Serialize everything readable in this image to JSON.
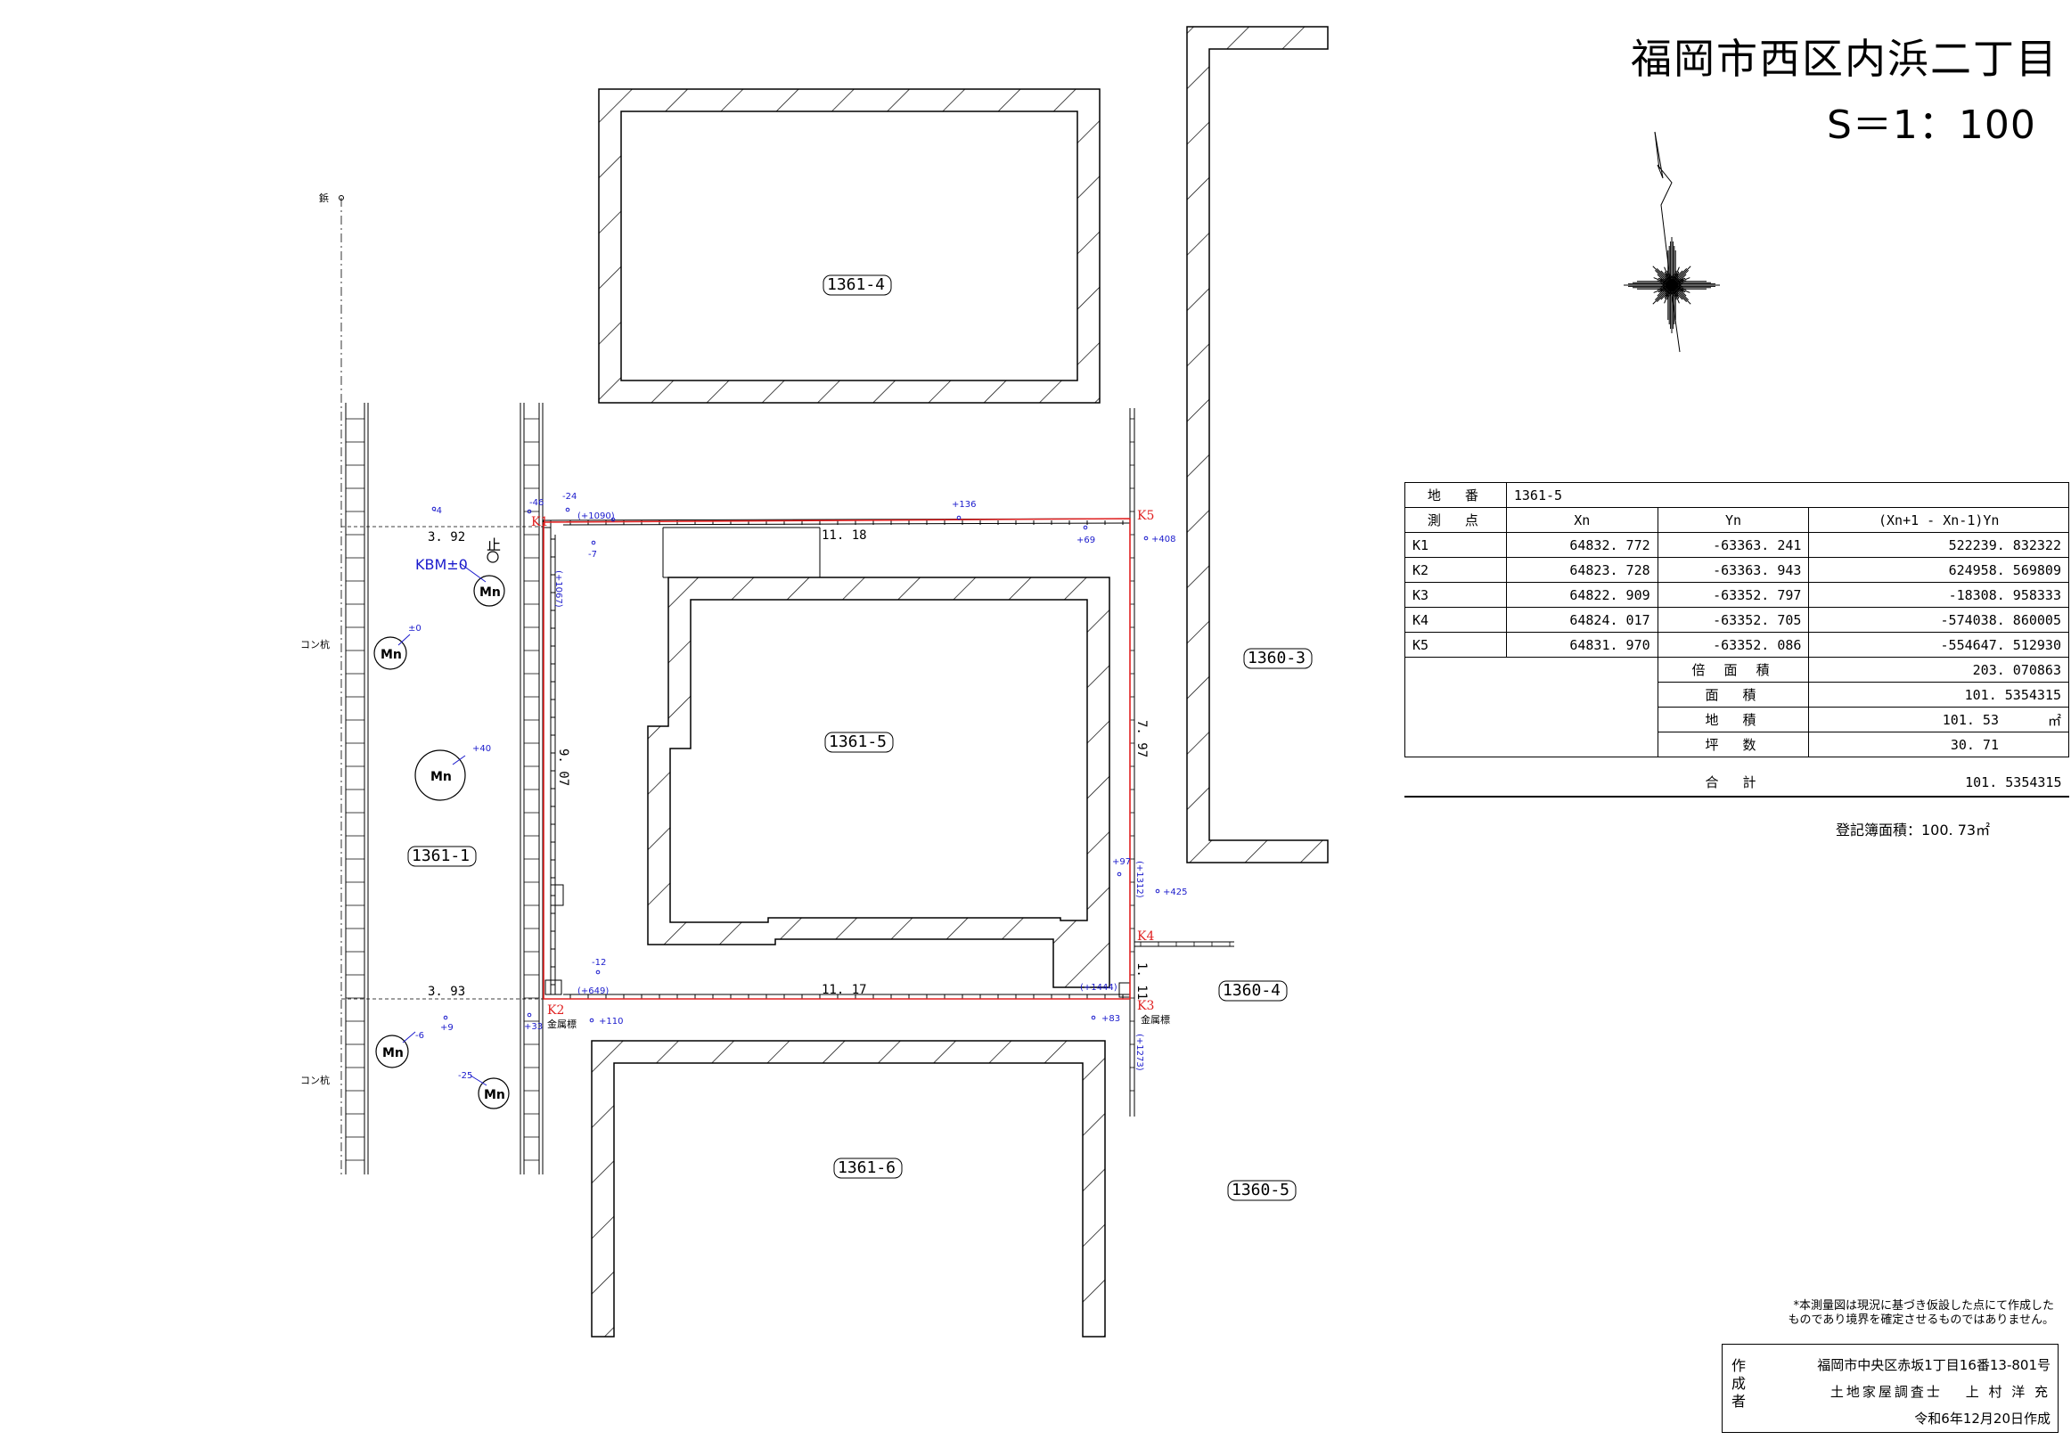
{
  "header": {
    "title": "福岡市西区内浜二丁目",
    "scale": "S＝1：100"
  },
  "parcels": {
    "p1361_4": "1361-4",
    "p1361_5": "1361-5",
    "p1361_1": "1361-1",
    "p1361_6": "1361-6",
    "p1360_3": "1360-3",
    "p1360_4": "1360-4",
    "p1360_5": "1360-5"
  },
  "points": {
    "k1": "K1",
    "k2": "K2",
    "k3": "K3",
    "k4": "K4",
    "k5": "K5",
    "metal_k2": "金属標",
    "metal_k3": "金属標"
  },
  "dimensions": {
    "top": "11. 18",
    "bottom": "11. 17",
    "left": "9. 07",
    "right": "7. 97",
    "right_small": "1. 11",
    "road_top": "3. 92",
    "road_bottom": "3. 93"
  },
  "annotations": {
    "nail": "鋲",
    "kon_top": "コン杭",
    "kon_bottom": "コン杭",
    "stop": "止",
    "kbm": "KBM±0",
    "mn": "Mn"
  },
  "elevations": {
    "e1": "-4",
    "e2": "-46",
    "e3": "-24",
    "e4": "(+1090)",
    "e5": "+136",
    "e6": "+69",
    "e7": "+408",
    "e8": "-7",
    "e9": "(+1067)",
    "e10": "±0",
    "e11": "+40",
    "e12": "+97",
    "e13": "(+1312)",
    "e14": "+425",
    "e15": "-12",
    "e16": "(+649)",
    "e17": "(+1444)",
    "e18": "+110",
    "e19": "+33",
    "e20": "+83",
    "e21": "(+1273)",
    "e22": "-6",
    "e23": "+9",
    "e24": "-25"
  },
  "table": {
    "label_lot": "地　番",
    "lot_value": "1361-5",
    "label_point": "測　点",
    "col_xn": "Xn",
    "col_yn": "Yn",
    "col_calc": "(Xn+1 - Xn-1)Yn",
    "rows": [
      {
        "p": "K1",
        "x": "64832. 772",
        "y": "-63363. 241",
        "v": "522239. 832322"
      },
      {
        "p": "K2",
        "x": "64823. 728",
        "y": "-63363. 943",
        "v": "624958. 569809"
      },
      {
        "p": "K3",
        "x": "64822. 909",
        "y": "-63352. 797",
        "v": "-18308. 958333"
      },
      {
        "p": "K4",
        "x": "64824. 017",
        "y": "-63352. 705",
        "v": "-574038. 860005"
      },
      {
        "p": "K5",
        "x": "64831. 970",
        "y": "-63352. 086",
        "v": "-554647. 512930"
      }
    ],
    "double_area_label": "倍 面 積",
    "double_area_value": "203. 070863",
    "area_label": "面　積",
    "area_value": "101. 5354315",
    "land_area_label": "地　積",
    "land_area_value": "101. 53",
    "land_area_unit": "㎡",
    "tsubo_label": "坪　数",
    "tsubo_value": "30. 71",
    "total_label": "合　計",
    "total_value": "101. 5354315"
  },
  "registry_area": "登記簿面積：100. 73㎡",
  "notice": {
    "line1": "*本測量図は現況に基づき仮設した点にて作成した",
    "line2": "ものであり境界を確定させるものではありません。"
  },
  "maker": {
    "label": "作成者",
    "address": "福岡市中央区赤坂1丁目16番13-801号",
    "name": "土地家屋調査士　 上 村 洋 充",
    "date": "令和6年12月20日作成"
  },
  "colors": {
    "boundary": "#e02020",
    "annotation_blue": "#1a1acc",
    "line": "#000000"
  }
}
